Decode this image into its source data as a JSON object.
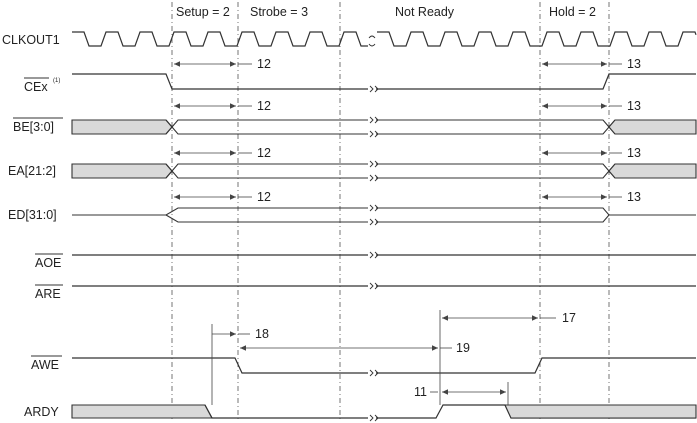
{
  "phases": {
    "setup": "Setup = 2",
    "strobe": "Strobe = 3",
    "not_ready": "Not Ready",
    "hold": "Hold = 2"
  },
  "signals": {
    "clkout": "CLKOUT1",
    "ce": "CEx",
    "ce_note": "(1)",
    "be": "BE[3:0]",
    "ea": "EA[21:2]",
    "ed": "ED[31:0]",
    "aoe": "AOE",
    "are": "ARE",
    "awe": "AWE",
    "ardy": "ARDY"
  },
  "timing_params": {
    "p12": "12",
    "p13": "13",
    "p17": "17",
    "p18": "18",
    "p19": "19",
    "p11": "11"
  }
}
